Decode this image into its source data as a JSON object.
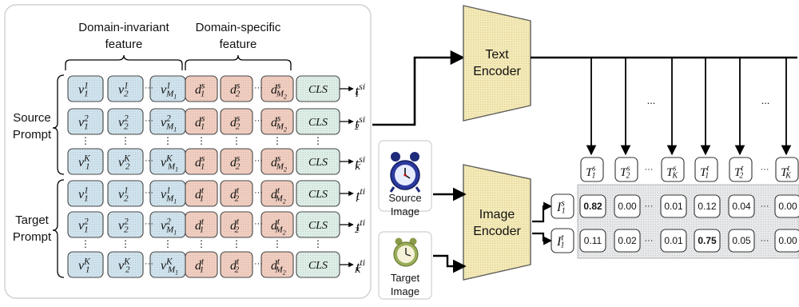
{
  "labels": {
    "domain_invariant": [
      "Domain-invariant",
      "feature"
    ],
    "domain_specific": [
      "Domain-specific",
      "feature"
    ],
    "source_prompt": [
      "Source",
      "Prompt"
    ],
    "target_prompt": [
      "Target",
      "Prompt"
    ],
    "text_encoder": [
      "Text",
      "Encoder"
    ],
    "image_encoder": [
      "Image",
      "Encoder"
    ],
    "source_image": [
      "Source",
      "Image"
    ],
    "target_image": [
      "Target",
      "Image"
    ],
    "cls": "CLS",
    "ellipsis": "···",
    "top_ellipsis": "..."
  },
  "prompt_rows": [
    {
      "row": "1",
      "d": "s",
      "t": "si",
      "ti": "1"
    },
    {
      "row": "2",
      "d": "s",
      "t": "si",
      "ti": "2"
    },
    {
      "row": "K",
      "d": "s",
      "t": "si",
      "ti": "K"
    },
    {
      "row": "1",
      "d": "t",
      "t": "ti",
      "ti": "1"
    },
    {
      "row": "2",
      "d": "t",
      "t": "ti",
      "ti": "2"
    },
    {
      "row": "K",
      "d": "t",
      "t": "ti",
      "ti": "K"
    }
  ],
  "text_features": [
    {
      "sup": "s",
      "sub": "1"
    },
    {
      "sup": "s",
      "sub": "2"
    },
    {
      "sup": "s",
      "sub": "K"
    },
    {
      "sup": "t",
      "sub": "1"
    },
    {
      "sup": "t",
      "sub": "2"
    },
    {
      "sup": "t",
      "sub": "K"
    }
  ],
  "image_features": [
    {
      "sup": "s",
      "sub": "1"
    },
    {
      "sup": "t",
      "sub": "1"
    }
  ],
  "similarity": [
    {
      "values": [
        "0.82",
        "0.00",
        "0.01",
        "0.12",
        "0.04",
        "0.00"
      ],
      "bold": 0
    },
    {
      "values": [
        "0.11",
        "0.02",
        "0.01",
        "0.75",
        "0.05",
        "0.00"
      ],
      "bold": 3
    }
  ],
  "colors": {
    "blue_fill": "#cfe3ee",
    "red_fill": "#f1cdbf",
    "cls_fill": "#dceee6",
    "encoder_fill": "#f3e9b8",
    "matrix_fill": "#e6e8ea",
    "panel_stroke": "#bdbdbd"
  }
}
